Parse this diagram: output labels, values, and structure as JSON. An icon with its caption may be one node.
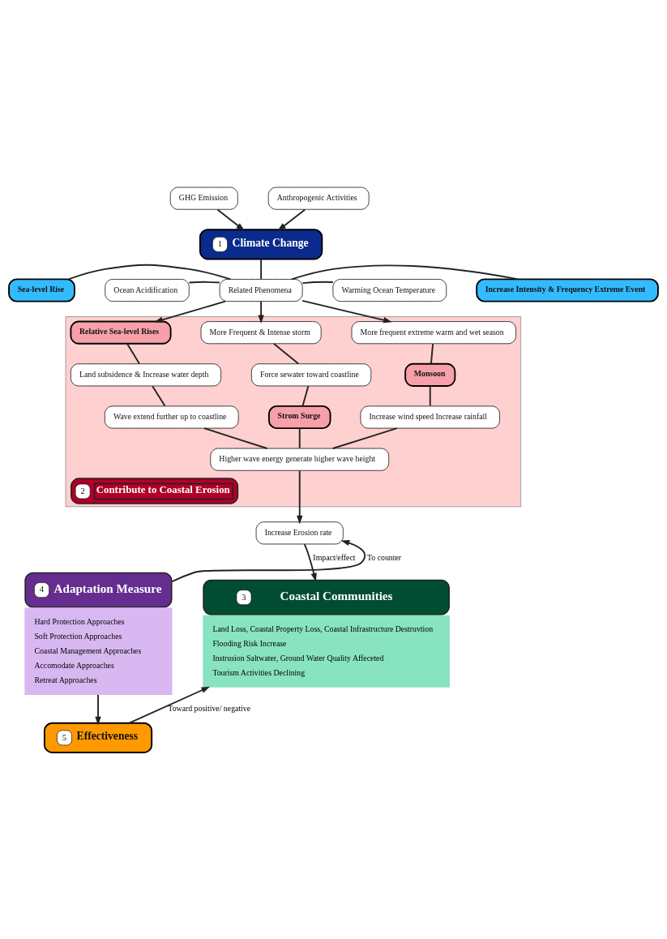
{
  "diagram": {
    "nodes": [
      {
        "text": [
          "GHG Emission"
        ]
      },
      {
        "text": [
          "Anthropogenic Activities"
        ]
      },
      {
        "text": [
          "1",
          "Climate Change"
        ]
      },
      {
        "text": [
          "Sea-level Rise"
        ]
      },
      {
        "text": [
          "Ocean Acidification"
        ]
      },
      {
        "text": [
          "Related Phenomena"
        ]
      },
      {
        "text": [
          "Warming Ocean Temperature"
        ]
      },
      {
        "text": [
          "Increase Intensity & Frequency Extreme Event"
        ]
      },
      {
        "text": [
          "2",
          "Contribute to Coastal Erosion"
        ]
      },
      {
        "text": [
          "Relative Sea-level Rises"
        ],
        "in": 8
      },
      {
        "text": [
          "More Frequent & Intense storm"
        ],
        "in": 8
      },
      {
        "text": [
          "More frequent extreme warm and wet season"
        ],
        "in": 8
      },
      {
        "text": [
          "Land subsidence & Increase water depth"
        ],
        "in": 8
      },
      {
        "text": [
          "Force sewater toward coastline"
        ],
        "in": 8
      },
      {
        "text": [
          "Monsoon"
        ],
        "in": 8
      },
      {
        "text": [
          "Wave extend further up to coastline"
        ],
        "in": 8
      },
      {
        "text": [
          "Strom Surge"
        ],
        "in": 8
      },
      {
        "text": [
          "Increase wind speed Increase rainfall"
        ],
        "in": 8
      },
      {
        "text": [
          "Higher wave energy generate higher wave height"
        ],
        "in": 8
      },
      {
        "text": [
          "Increase Erosion rate"
        ]
      },
      {
        "text": [
          "4",
          "Adaptation Measure",
          "Hard Protection Approaches",
          "Soft Protection Approaches",
          "Coastal Management Approaches",
          "Accomodate Approaches",
          "Retreat Approaches"
        ]
      },
      {
        "text": [
          "3",
          "Coastal Communities",
          "Land Loss, Coastal Property Loss, Coastal Infrastructure Destruvtion",
          "Flooding Risk Increase",
          "Instrusion Saltwater, Ground Water Quality Affeceted",
          "Tourism Activities Declining"
        ]
      },
      {
        "text": [
          "5",
          "Effectiveness"
        ]
      }
    ],
    "edges": [
      {
        "from": 0,
        "to": 2,
        "arrow": "to"
      },
      {
        "from": 1,
        "to": 2,
        "arrow": "to"
      },
      {
        "from": 2,
        "to": 5,
        "arrow": "none"
      },
      {
        "from": 3,
        "to": 5,
        "arrow": "none"
      },
      {
        "from": 4,
        "to": 5,
        "arrow": "none"
      },
      {
        "from": 5,
        "to": 6,
        "arrow": "none"
      },
      {
        "from": 5,
        "to": 7,
        "arrow": "none"
      },
      {
        "from": 5,
        "to": 9,
        "arrow": "to"
      },
      {
        "from": 5,
        "to": 10,
        "arrow": "to"
      },
      {
        "from": 5,
        "to": 11,
        "arrow": "to"
      },
      {
        "from": 9,
        "to": 12,
        "arrow": "none"
      },
      {
        "from": 12,
        "to": 15,
        "arrow": "none"
      },
      {
        "from": 10,
        "to": 13,
        "arrow": "none"
      },
      {
        "from": 13,
        "to": 16,
        "arrow": "none"
      },
      {
        "from": 11,
        "to": 14,
        "arrow": "none"
      },
      {
        "from": 14,
        "to": 17,
        "arrow": "none"
      },
      {
        "from": 15,
        "to": 18,
        "arrow": "none"
      },
      {
        "from": 16,
        "to": 18,
        "arrow": "none"
      },
      {
        "from": 17,
        "to": 18,
        "arrow": "none"
      },
      {
        "from": 18,
        "to": 19,
        "arrow": "to"
      },
      {
        "from": 19,
        "to": 21,
        "arrow": "to",
        "label": "Impact/effect"
      },
      {
        "from": 20,
        "to": 19,
        "arrow": "to",
        "label": "To counter"
      },
      {
        "from": 20,
        "to": 22,
        "arrow": "to"
      },
      {
        "from": 22,
        "to": 21,
        "arrow": "to",
        "label": "Toward positive/ negative"
      }
    ]
  }
}
